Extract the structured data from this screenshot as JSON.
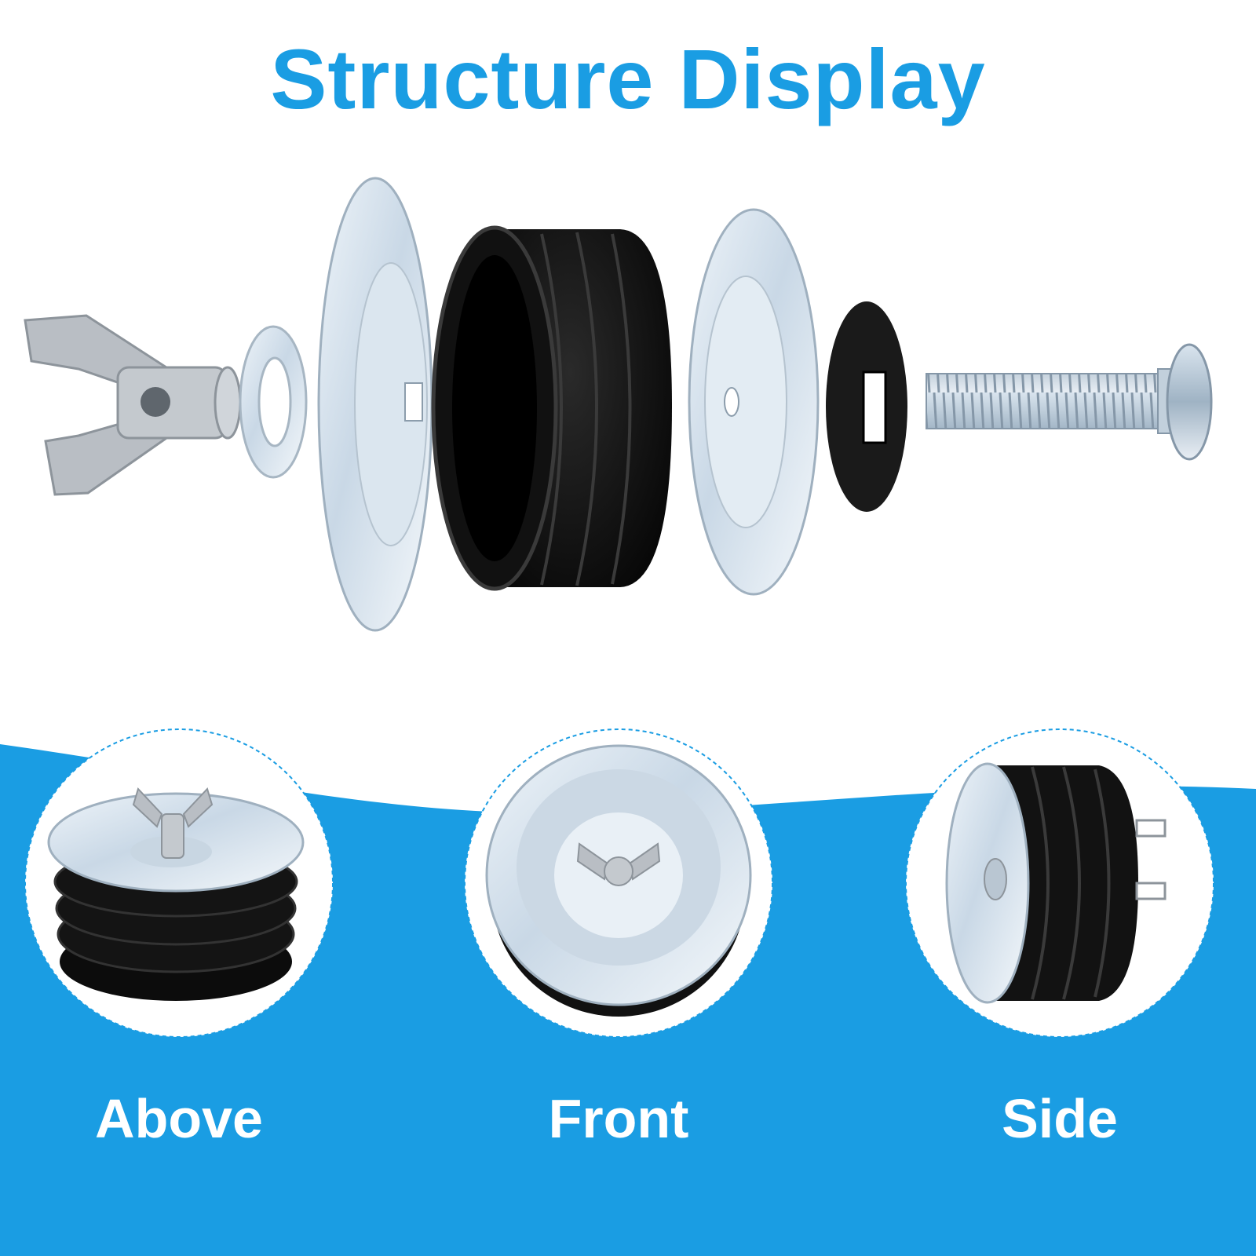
{
  "title": "Structure Display",
  "views": [
    {
      "label": "Above"
    },
    {
      "label": "Front"
    },
    {
      "label": "Side"
    }
  ],
  "colors": {
    "accent": "#1a9de3",
    "title": "#1a9de3",
    "rubber": "#151515",
    "metal": "#d6e3ee",
    "label": "#ffffff"
  },
  "parts": [
    "wing-nut",
    "flat-washer",
    "large-metal-plate",
    "rubber-sleeve",
    "small-metal-plate",
    "rubber-washer",
    "carriage-bolt"
  ]
}
